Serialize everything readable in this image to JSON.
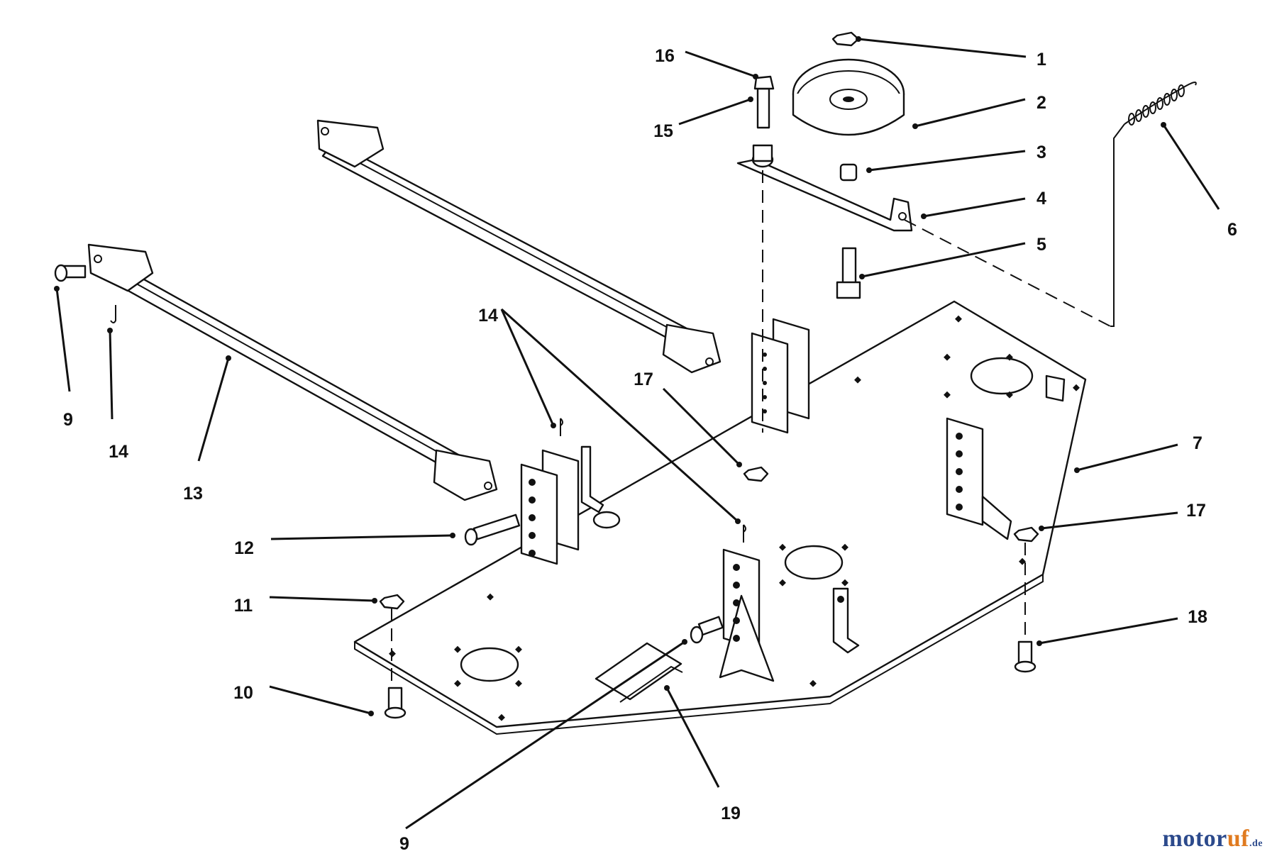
{
  "callouts": {
    "c1": "1",
    "c2": "2",
    "c3": "3",
    "c4": "4",
    "c5": "5",
    "c6": "6",
    "c7": "7",
    "c9a": "9",
    "c9b": "9",
    "c10": "10",
    "c11": "11",
    "c12": "12",
    "c13": "13",
    "c14a": "14",
    "c14b": "14",
    "c15": "15",
    "c16": "16",
    "c17a": "17",
    "c17b": "17",
    "c18": "18",
    "c19": "19"
  },
  "watermark": {
    "text_main": "motor",
    "text_accent": "uf",
    "suffix": ".de"
  },
  "colors": {
    "line": "#111111",
    "watermark_blue": "#2c4a8c",
    "watermark_orange": "#e07a1f"
  }
}
